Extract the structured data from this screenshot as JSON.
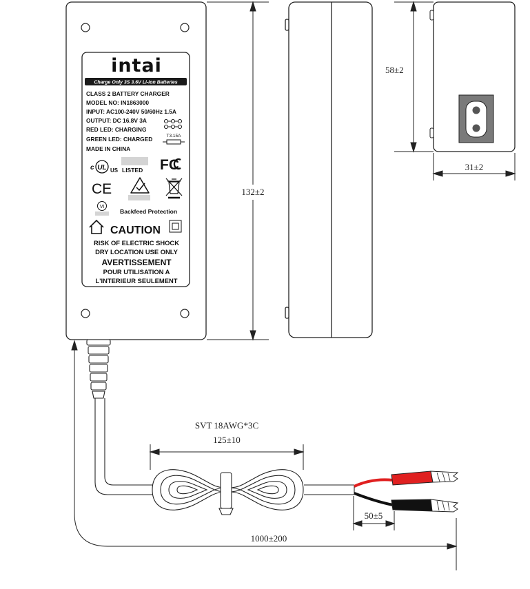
{
  "label": {
    "brand": "intai",
    "tagline": "Charge Only 3S 3.6V Li-ion Batteries",
    "lines": [
      "CLASS 2 BATTERY CHARGER",
      "MODEL NO: IN1863000",
      "INPUT: AC100-240V 50/60Hz 1.5A",
      "OUTPUT: DC 16.8V 3A",
      "RED LED: CHARGING",
      "GREEN LED: CHARGED",
      "MADE IN CHINA"
    ],
    "fuse": "T3.15A",
    "ul_listed": "LISTED",
    "ul_us": "US",
    "ul_c": "c",
    "fcc": "FC",
    "ce": "CE",
    "efficiency_mark": "VI",
    "backfeed": "Backfeed Protection",
    "caution": "CAUTION",
    "caution_lines": [
      "RISK OF ELECTRIC SHOCK",
      "DRY LOCATION USE ONLY"
    ],
    "avert": "AVERTISSEMENT",
    "avert_lines": [
      "POUR UTILISATION A",
      "L'INTERIEUR SEULEMENT"
    ]
  },
  "dimensions": {
    "length": "132±2",
    "height": "58±2",
    "width": "31±2",
    "cable_spec": "SVT 18AWG*3C",
    "coil": "125±10",
    "clip_lead": "50±5",
    "cable_length": "1000±200"
  },
  "colors": {
    "outline": "#222222",
    "red_clip": "#e02020",
    "black_clip": "#111111",
    "label_dark": "#1a1a1a"
  }
}
